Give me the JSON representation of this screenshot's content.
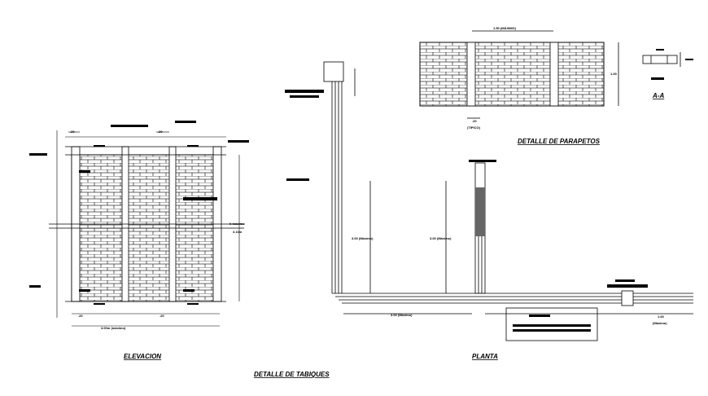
{
  "titles": {
    "elevacion": "ELEVACION",
    "planta": "PLANTA",
    "detalle_parapetos": "DETALLE DE PARAPETOS",
    "detalle_tabiques": "DETALLE DE TABIQUES",
    "section_aa": "A-A"
  },
  "dimensions": {
    "parapet_top": "1.50 (MÁXIMO)",
    "parapet_height": "1.00",
    "parapet_bottom": ".20",
    "parapet_bottom_note": "(TIPICO)",
    "elev_top_left": ".20",
    "elev_top_right": ".20",
    "elev_height_note": "h máximo",
    "elev_height": "3.10m",
    "elev_bottom_left": ".20",
    "elev_bottom_right": ".20",
    "elev_bottom_width": "3.00m (máximo)",
    "plan_vertical_1": "3.00 (Máximo)",
    "plan_vertical_2": "3.00 (Máximo)",
    "plan_horizontal_1": "3.00 (Máximo)",
    "plan_horizontal_2": "1.00",
    "plan_horizontal_2_note": "(Máximo)"
  }
}
